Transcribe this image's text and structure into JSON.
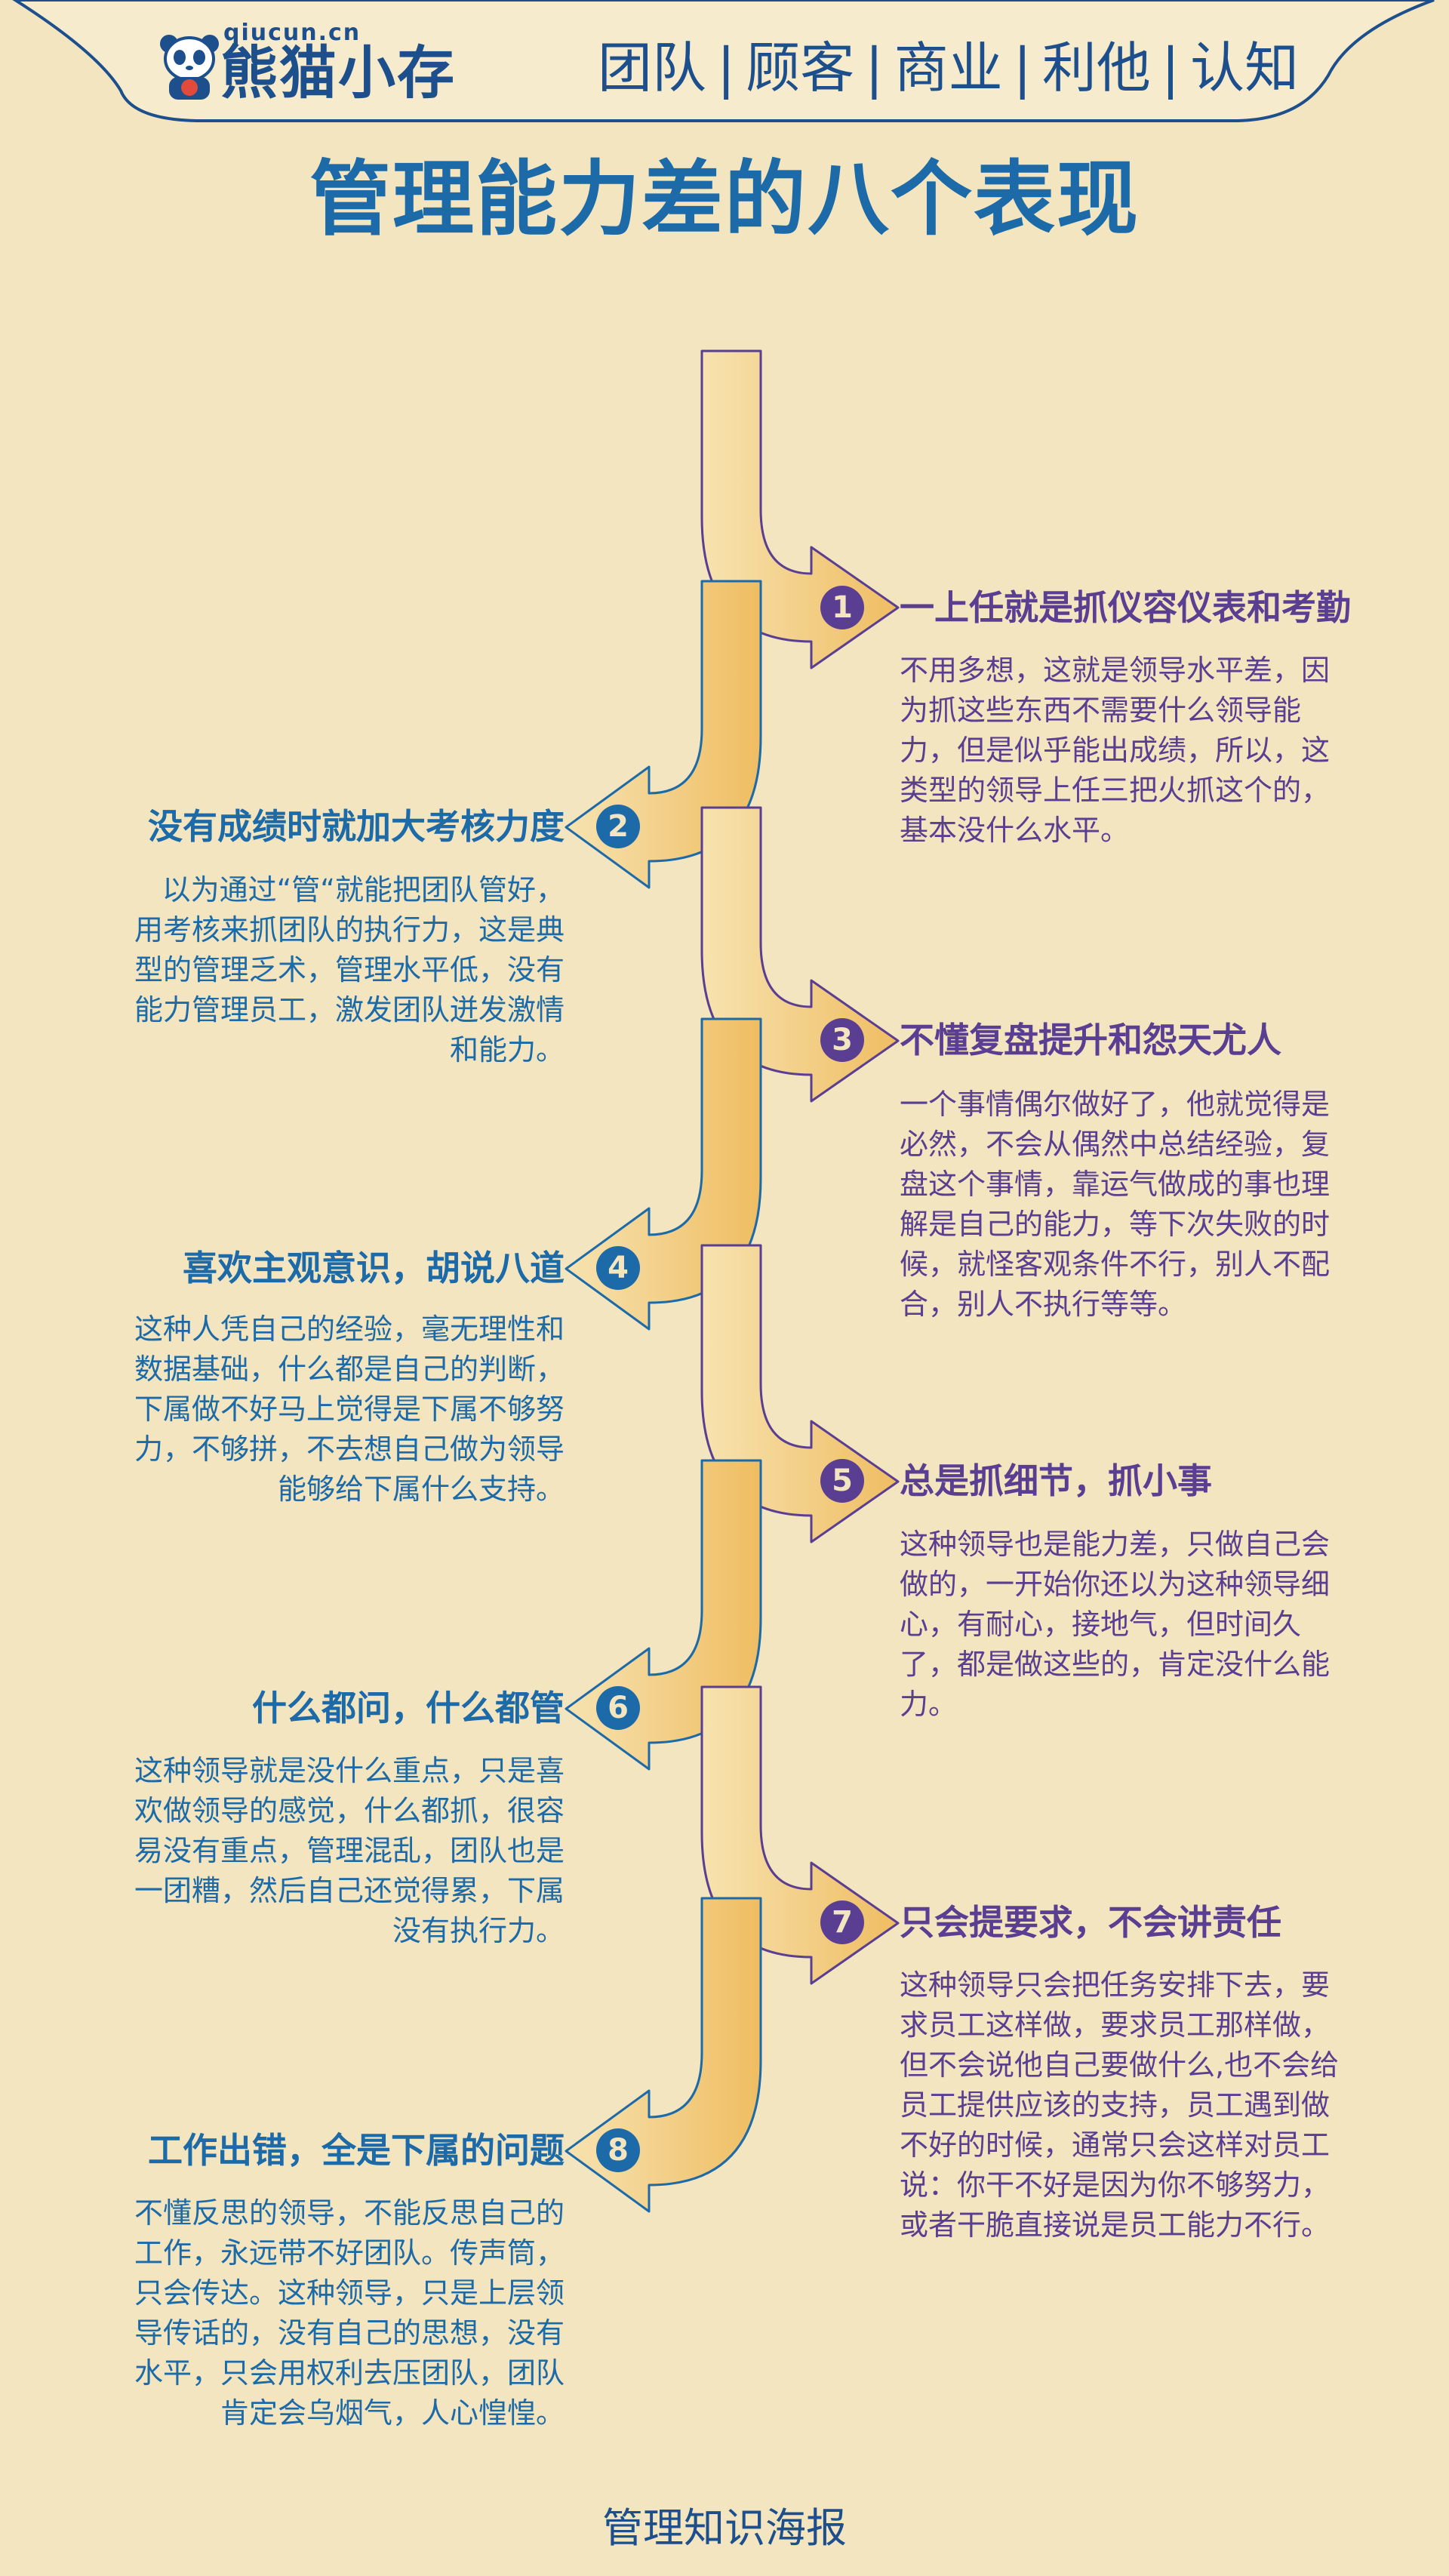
{
  "header": {
    "logo_domain": "qiucun.cn",
    "logo_name": "熊猫小存",
    "nav": [
      "团队",
      "顾客",
      "商业",
      "利他",
      "认知"
    ],
    "nav_separator": "|"
  },
  "title": "管理能力差的八个表现",
  "colors": {
    "background": "#f3e5bf",
    "primary_blue": "#1c6aa8",
    "purple": "#5a3e92",
    "arrow_fill_light": "#f5dba0",
    "arrow_fill_dark": "#f0c065"
  },
  "items": [
    {
      "number": "1",
      "title": "一上任就是抓仪容仪表和考勤",
      "lines": [
        "不用多想，这就是领导水平差，因",
        "为抓这些东西不需要什么领导能",
        "力，但是似乎能出成绩，所以，这",
        "类型的领导上任三把火抓这个的，",
        "基本没什么水平。"
      ]
    },
    {
      "number": "2",
      "title": "没有成绩时就加大考核力度",
      "lines": [
        "以为通过“管“就能把团队管好，",
        "用考核来抓团队的执行力，这是典",
        "型的管理乏术，管理水平低，没有",
        "能力管理员工，激发团队迸发激情",
        "和能力。"
      ]
    },
    {
      "number": "3",
      "title": "不懂复盘提升和怨天尤人",
      "lines": [
        "一个事情偶尔做好了，他就觉得是",
        "必然，不会从偶然中总结经验，复",
        "盘这个事情，靠运气做成的事也理",
        "解是自己的能力，等下次失败的时",
        "候，就怪客观条件不行，别人不配",
        "合，别人不执行等等。"
      ]
    },
    {
      "number": "4",
      "title": "喜欢主观意识，胡说八道",
      "lines": [
        "这种人凭自己的经验，毫无理性和",
        "数据基础，什么都是自己的判断，",
        "下属做不好马上觉得是下属不够努",
        "力，不够拼，不去想自己做为领导",
        "能够给下属什么支持。"
      ]
    },
    {
      "number": "5",
      "title": "总是抓细节，抓小事",
      "lines": [
        "这种领导也是能力差，只做自己会",
        "做的，一开始你还以为这种领导细",
        "心，有耐心，接地气，但时间久",
        "了，都是做这些的，肯定没什么能",
        "力。"
      ]
    },
    {
      "number": "6",
      "title": "什么都问，什么都管",
      "lines": [
        "这种领导就是没什么重点，只是喜",
        "欢做领导的感觉，什么都抓，很容",
        "易没有重点，管理混乱，团队也是",
        "一团糟，然后自己还觉得累，下属",
        "没有执行力。"
      ]
    },
    {
      "number": "7",
      "title": "只会提要求，不会讲责任",
      "lines": [
        "这种领导只会把任务安排下去，要",
        "求员工这样做，要求员工那样做，",
        "但不会说他自己要做什么,也不会给",
        "员工提供应该的支持，员工遇到做",
        "不好的时候，通常只会这样对员工",
        "说：你干不好是因为你不够努力，",
        "或者干脆直接说是员工能力不行。"
      ]
    },
    {
      "number": "8",
      "title": "工作出错，全是下属的问题",
      "lines": [
        "不懂反思的领导，不能反思自己的",
        "工作，永远带不好团队。传声筒，",
        "只会传达。这种领导，只是上层领",
        "导传话的，没有自己的思想，没有",
        "水平，只会用权利去压团队，团队",
        "肯定会乌烟气，人心惶惶。"
      ]
    }
  ],
  "footer": "管理知识海报"
}
